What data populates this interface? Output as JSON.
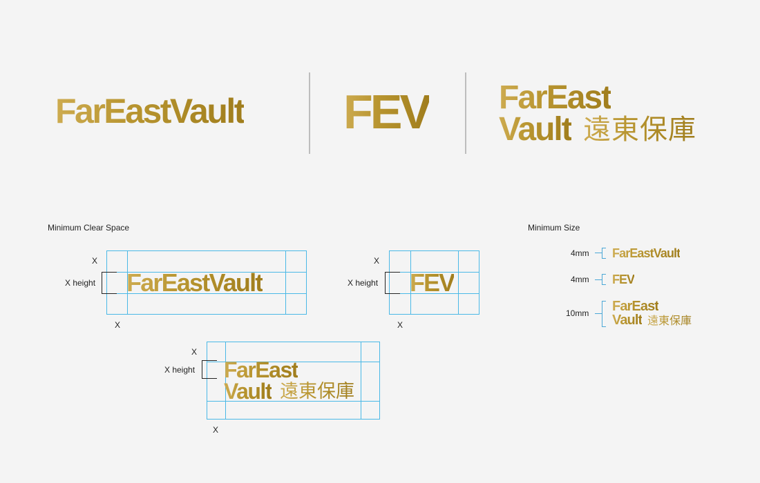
{
  "hero": {
    "wordmark": "FarEastVault",
    "monogram": "FEV",
    "stacked_line1": "FarEast",
    "stacked_line2_latin": "Vault",
    "stacked_line2_cjk": "遠東保庫"
  },
  "clear_space": {
    "heading": "Minimum Clear Space",
    "x_label": "X",
    "x_height_label": "X height"
  },
  "min_size": {
    "heading": "Minimum Size",
    "items": [
      {
        "size": "4mm",
        "logo": "FarEastVault"
      },
      {
        "size": "4mm",
        "logo": "FEV"
      },
      {
        "size": "10mm",
        "logo_line1": "FarEast",
        "logo_line2_latin": "Vault",
        "logo_line2_cjk": "遠東保庫"
      }
    ]
  },
  "colors": {
    "gold": "#b39129",
    "grid": "#49b8e6",
    "divider": "#bdbdbd",
    "background": "#f4f4f4"
  }
}
